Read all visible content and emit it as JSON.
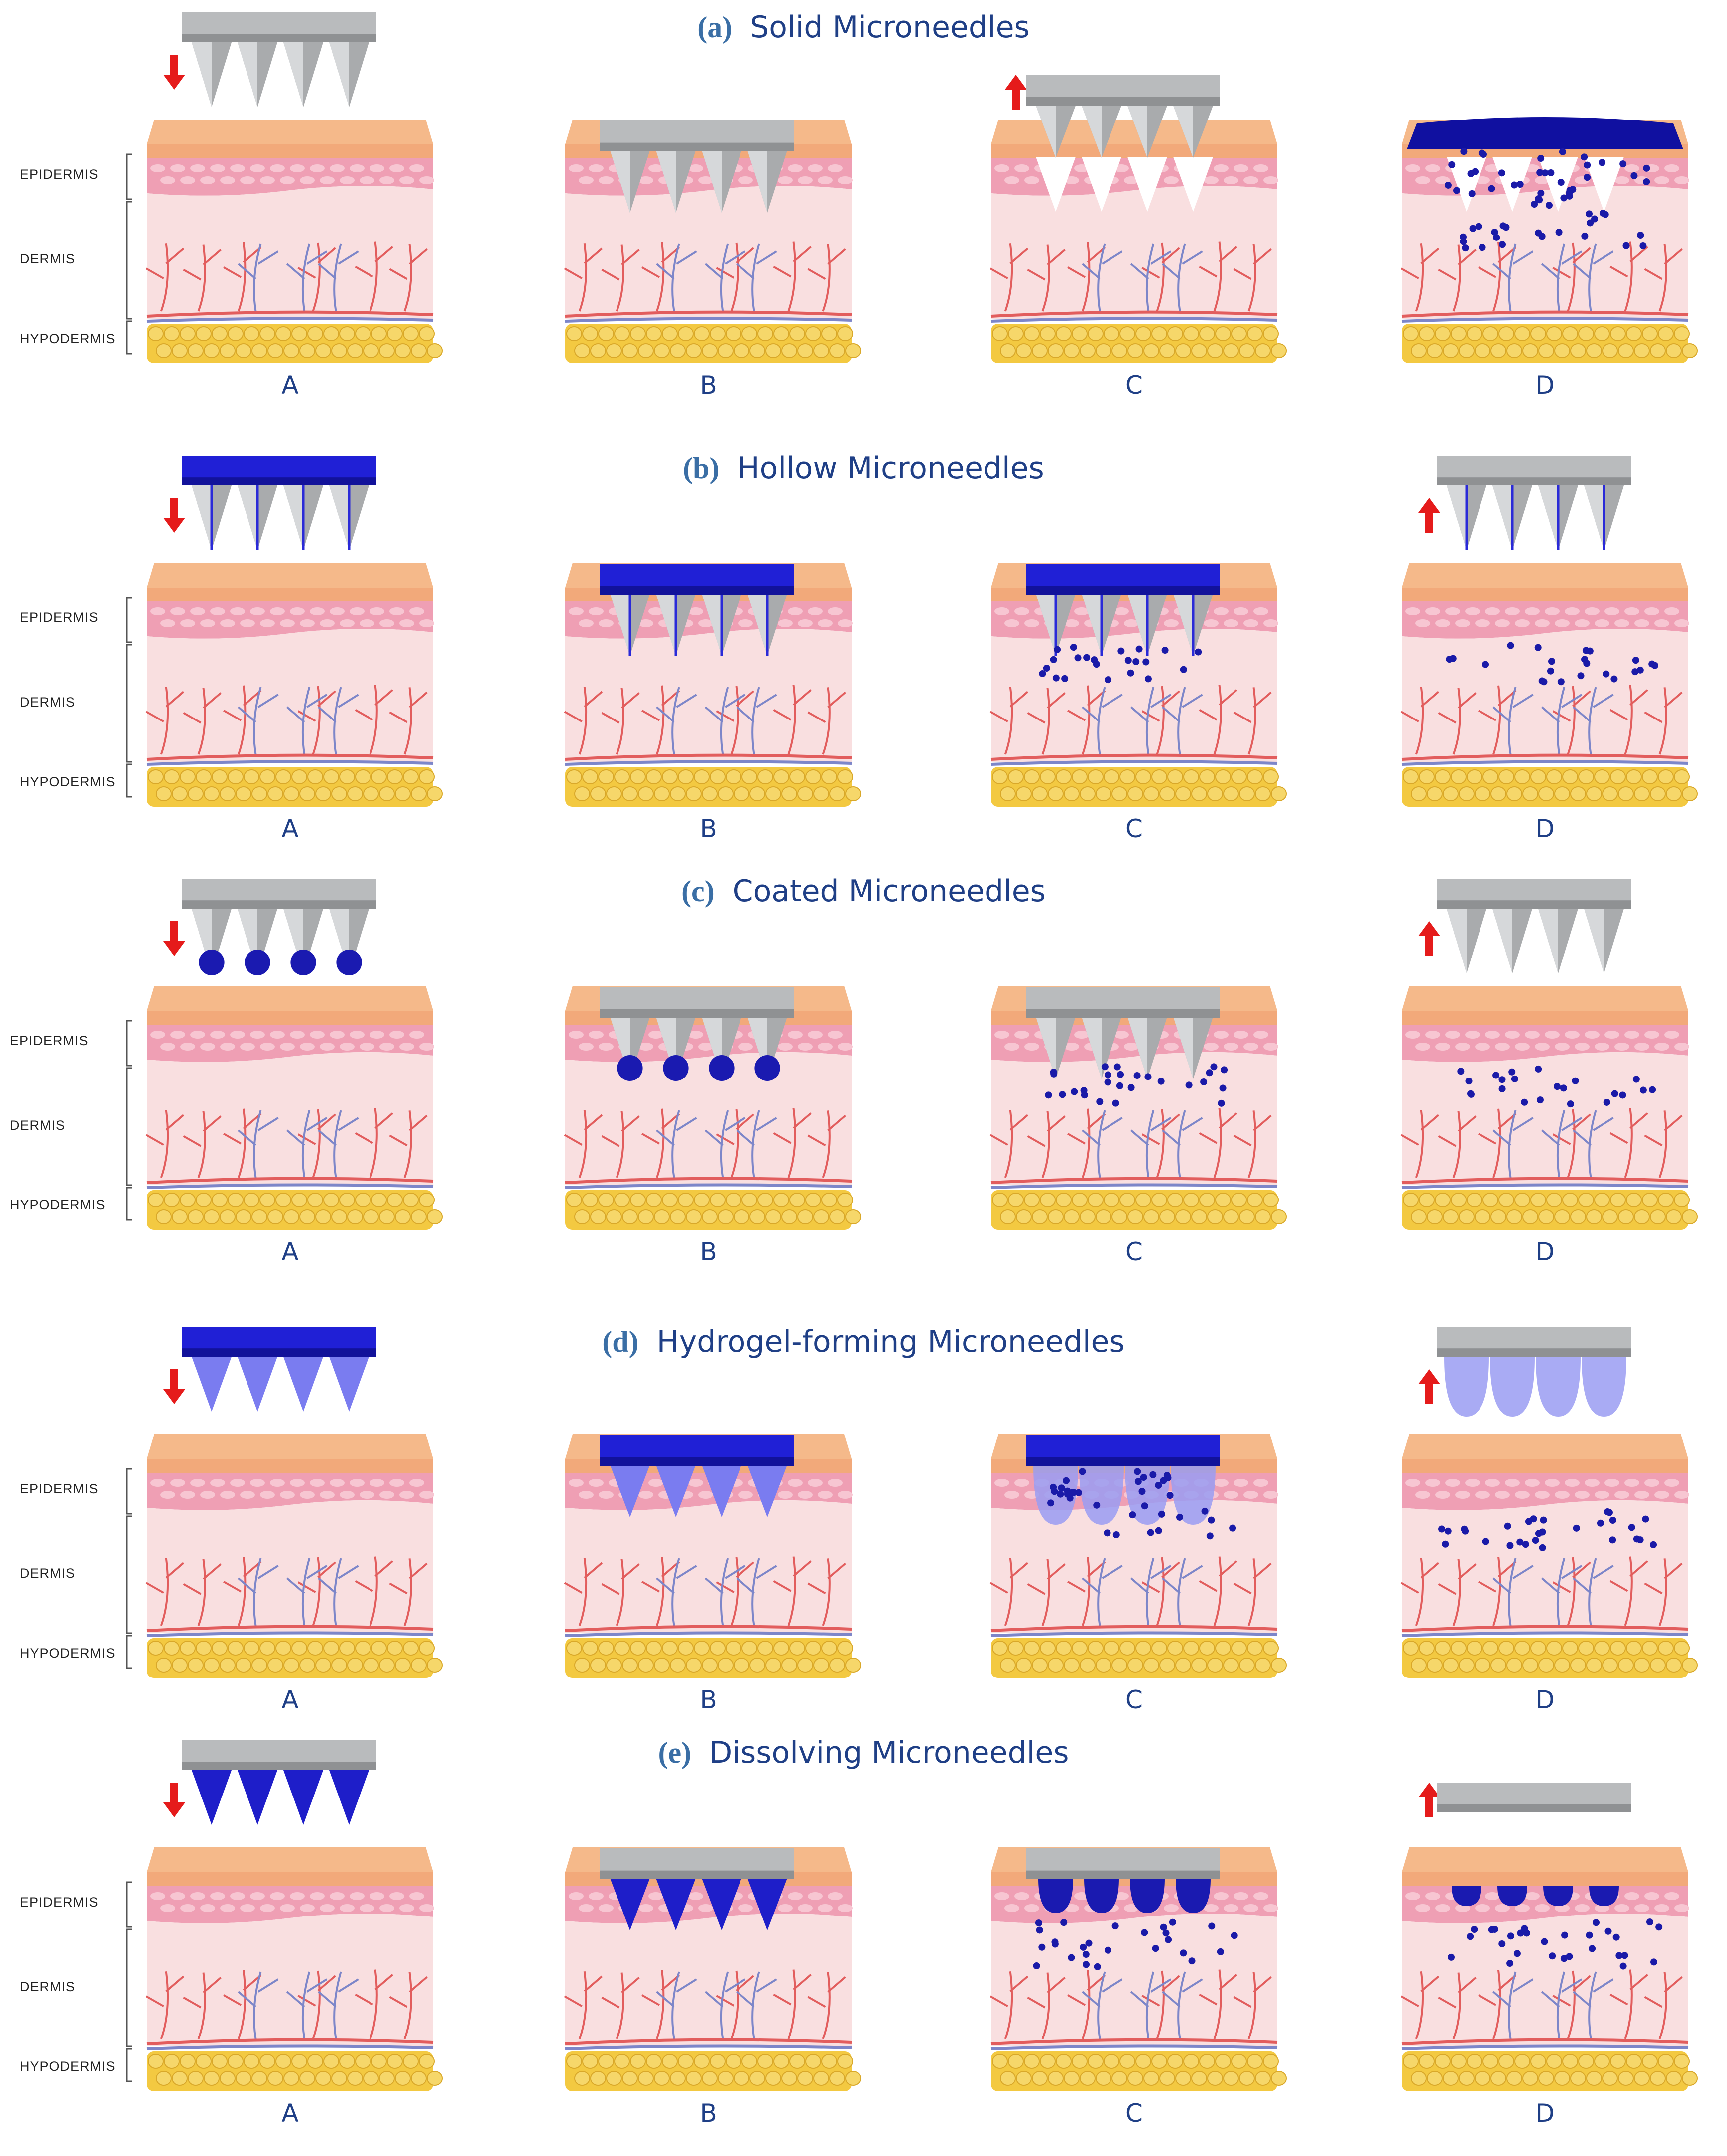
{
  "layer_labels": {
    "epidermis": "EPIDERMIS",
    "dermis": "DERMIS",
    "hypodermis": "HYPODERMIS"
  },
  "colors": {
    "skin_top": "#f5b98a",
    "epidermis": "#ef9fb4",
    "dermis": "#f9dfe0",
    "fat": "#f3c941",
    "vein_red": "#e25d5d",
    "vein_blue": "#7d86c9",
    "title": "#1f3f86",
    "steel": "#b9bbbd",
    "blue_plate": "#2020d6",
    "drug": "#1a1aa8",
    "arrow": "#e51b1b",
    "hydrogel": "#9a9cf2"
  },
  "rows": [
    {
      "id": "a",
      "letter": "(a)",
      "name": "Solid Microneedles",
      "stages": [
        "A",
        "B",
        "C",
        "D"
      ]
    },
    {
      "id": "b",
      "letter": "(b)",
      "name": "Hollow Microneedles",
      "stages": [
        "A",
        "B",
        "C",
        "D"
      ]
    },
    {
      "id": "c",
      "letter": "(c)",
      "name": "Coated Microneedles",
      "stages": [
        "A",
        "B",
        "C",
        "D"
      ]
    },
    {
      "id": "d",
      "letter": "(d)",
      "name": "Hydrogel-forming Microneedles",
      "stages": [
        "A",
        "B",
        "C",
        "D"
      ]
    },
    {
      "id": "e",
      "letter": "(e)",
      "name": "Dissolving Microneedles",
      "stages": [
        "A",
        "B",
        "C",
        "D"
      ]
    }
  ]
}
